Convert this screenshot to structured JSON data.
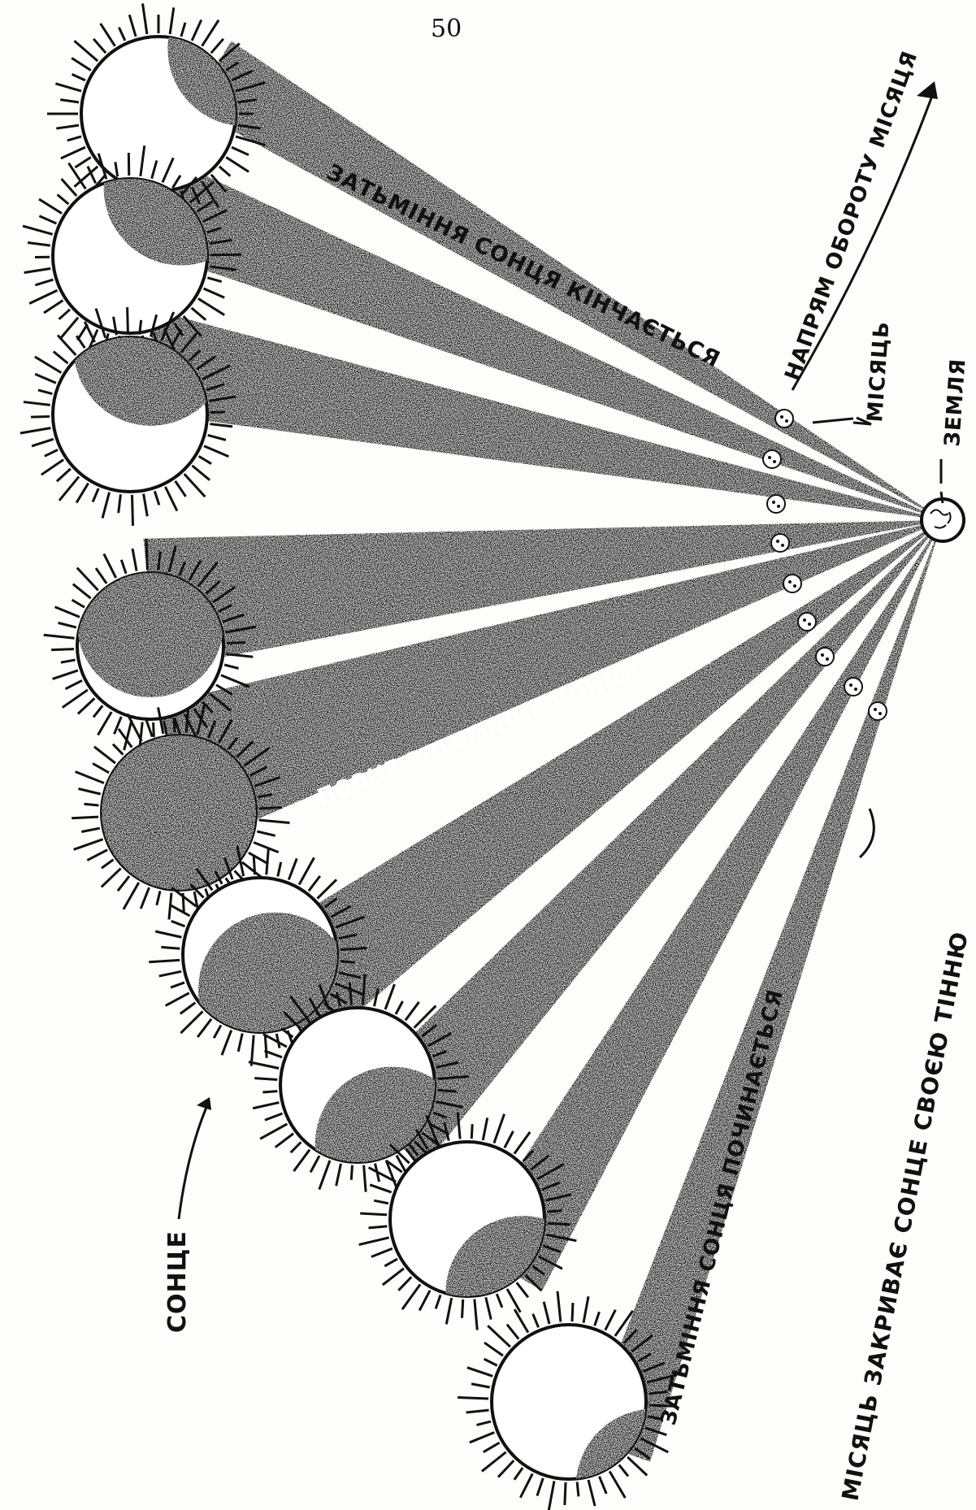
{
  "page_number": "50",
  "labels": {
    "sun": "СОНЦЕ",
    "moon": "МІСЯЦЬ",
    "earth": "ЗЕМЛЯ",
    "moon_direction": "НАПРЯМ ОБОРОТУ МІСЯЦЯ",
    "eclipse_ends": "ЗАТЬМІННЯ СОНЦЯ КІНЧАЄТЬСЯ",
    "total_eclipse": "ПОВНЕ ЗАТЬМІННЯ СОНЦЯ",
    "eclipse_begins": "ЗАТЬМІННЯ СОНЦЯ ПОЧИНАЄТЬСЯ",
    "moon_covers_sun": "МІСЯЦЬ ЗАКРИВАЄ СОНЦЕ СВОЄЮ ТІННЮ"
  },
  "colors": {
    "ink": "#111111",
    "paper": "#fdfdfb"
  }
}
